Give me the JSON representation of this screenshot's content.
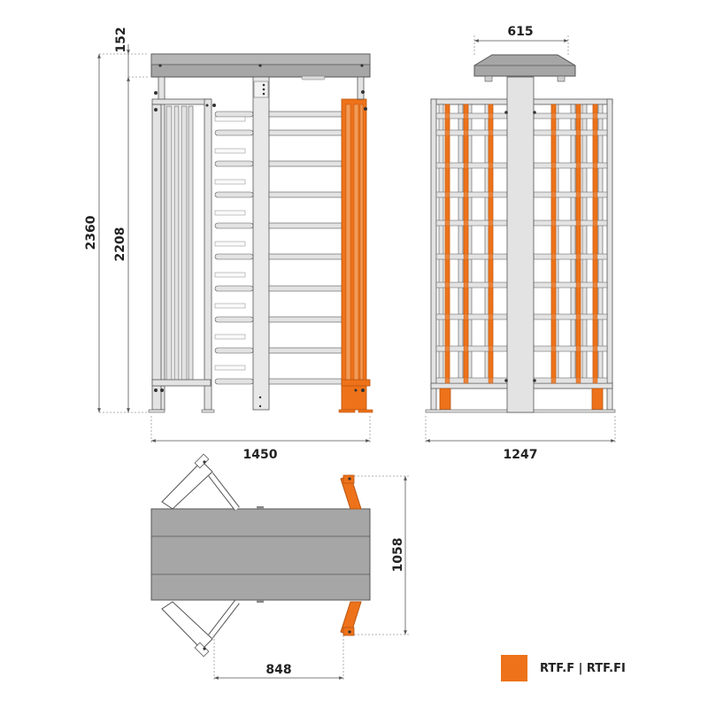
{
  "dimensions": {
    "canopy_height": "152",
    "total_height": "2360",
    "frame_height": "2208",
    "front_width": "1450",
    "side_width": "1247",
    "canopy_width": "615",
    "plan_depth": "1058",
    "passage_width": "848"
  },
  "legend": {
    "label": "RTF.F | RTF.FI",
    "swatch_color": "#ee7219"
  },
  "colors": {
    "orange": "#ee7219",
    "orange_dark": "#b85410",
    "canopy_gray": "#a6a6a6",
    "frame_gray": "#e3e3e3",
    "outline": "#555555",
    "dim_line": "#9a9a9a"
  }
}
